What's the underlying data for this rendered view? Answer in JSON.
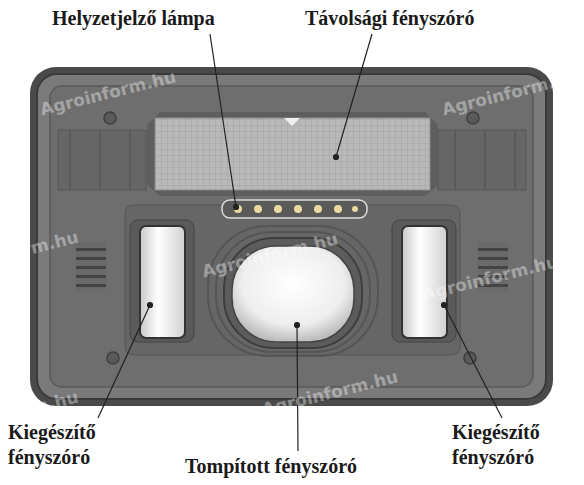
{
  "diagram": {
    "labels": [
      "Helyzetjelző lámpa",
      "Távolsági fényszóró",
      "Kiegészítő fényszóró",
      "Tompított fényszóró",
      "Kiegészítő fényszóró",
      "Agroinform.hu",
      "Agroinform.hu",
      "form.hu",
      "Agroinform.hu",
      "Agroinform.hu",
      "form.hu",
      "Agroinform.hu"
    ]
  }
}
